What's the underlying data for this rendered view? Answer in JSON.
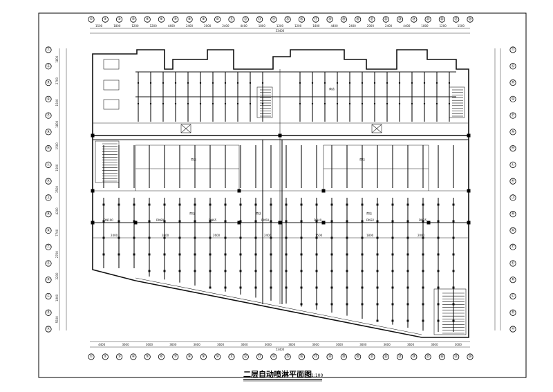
{
  "title": "二层自动喷淋平面图",
  "scale": "1:100",
  "top_axis_labels": [
    "①",
    "②",
    "③",
    "④",
    "⑤",
    "⑥",
    "⑦",
    "⑧",
    "⑨",
    "⑩",
    "⑪",
    "⑫",
    "⑬",
    "⑭",
    "⑮",
    "⑯",
    "⑰",
    "⑱",
    "⑲",
    "⑳",
    "㉑",
    "㉒",
    "㉓",
    "㉔",
    "㉕",
    "㉖",
    "㉗",
    "㉘"
  ],
  "bottom_axis_labels": [
    "①",
    "②",
    "③",
    "④",
    "⑤",
    "⑥",
    "⑦",
    "⑧",
    "⑨",
    "⑩",
    "⑪",
    "⑫",
    "⑬",
    "⑭",
    "⑮",
    "⑯",
    "⑰",
    "⑱",
    "⑲",
    "⑳",
    "㉑",
    "㉒",
    "㉓",
    "㉔",
    "㉕",
    "㉖",
    "㉗",
    "㉘"
  ],
  "left_axis_labels": [
    "Ⓣ",
    "Ⓢ",
    "Ⓡ",
    "Ⓠ",
    "Ⓟ",
    "Ⓝ",
    "Ⓜ",
    "Ⓛ",
    "Ⓚ",
    "Ⓙ",
    "Ⓗ",
    "Ⓖ",
    "Ⓕ",
    "Ⓔ",
    "Ⓓ",
    "Ⓒ",
    "Ⓑ",
    "Ⓐ"
  ],
  "right_axis_labels": [
    "Ⓣ",
    "Ⓢ",
    "Ⓡ",
    "Ⓠ",
    "Ⓟ",
    "Ⓝ",
    "Ⓜ",
    "Ⓛ",
    "Ⓚ",
    "Ⓙ",
    "Ⓗ",
    "Ⓖ",
    "Ⓕ",
    "Ⓔ",
    "Ⓓ",
    "Ⓒ",
    "Ⓑ",
    "Ⓐ"
  ],
  "top_dimensions": [
    "1500",
    "1800",
    "1200",
    "1200",
    "4400",
    "2400",
    "2000",
    "2400",
    "4400",
    "1800",
    "1200",
    "1200",
    "1800",
    "4400",
    "2400",
    "2000",
    "2400",
    "4400",
    "1800",
    "1200",
    "1500"
  ],
  "top_total": "53400",
  "bottom_dimensions": [
    "4400",
    "3600",
    "3600",
    "3600",
    "3600",
    "3600",
    "3600",
    "3600",
    "3600",
    "3600",
    "3600",
    "3600",
    "3600",
    "3600",
    "3600",
    "3000"
  ],
  "bottom_total": "53400",
  "left_dimensions": [
    "1800",
    "2700",
    "1500",
    "1800",
    "1500",
    "1500",
    "3500",
    "4200",
    "7700",
    "2700",
    "3200",
    "1800",
    "5500"
  ],
  "room_labels": [
    "商店",
    "商店",
    "商店",
    "商店",
    "商店",
    "商店"
  ],
  "pipe_labels": [
    "DN100",
    "DN80",
    "DN65",
    "DN50",
    "DN40",
    "DN32",
    "DN25"
  ],
  "branch_dims": [
    "2400",
    "2600",
    "2600",
    "2400",
    "1500",
    "1800",
    "2000"
  ]
}
